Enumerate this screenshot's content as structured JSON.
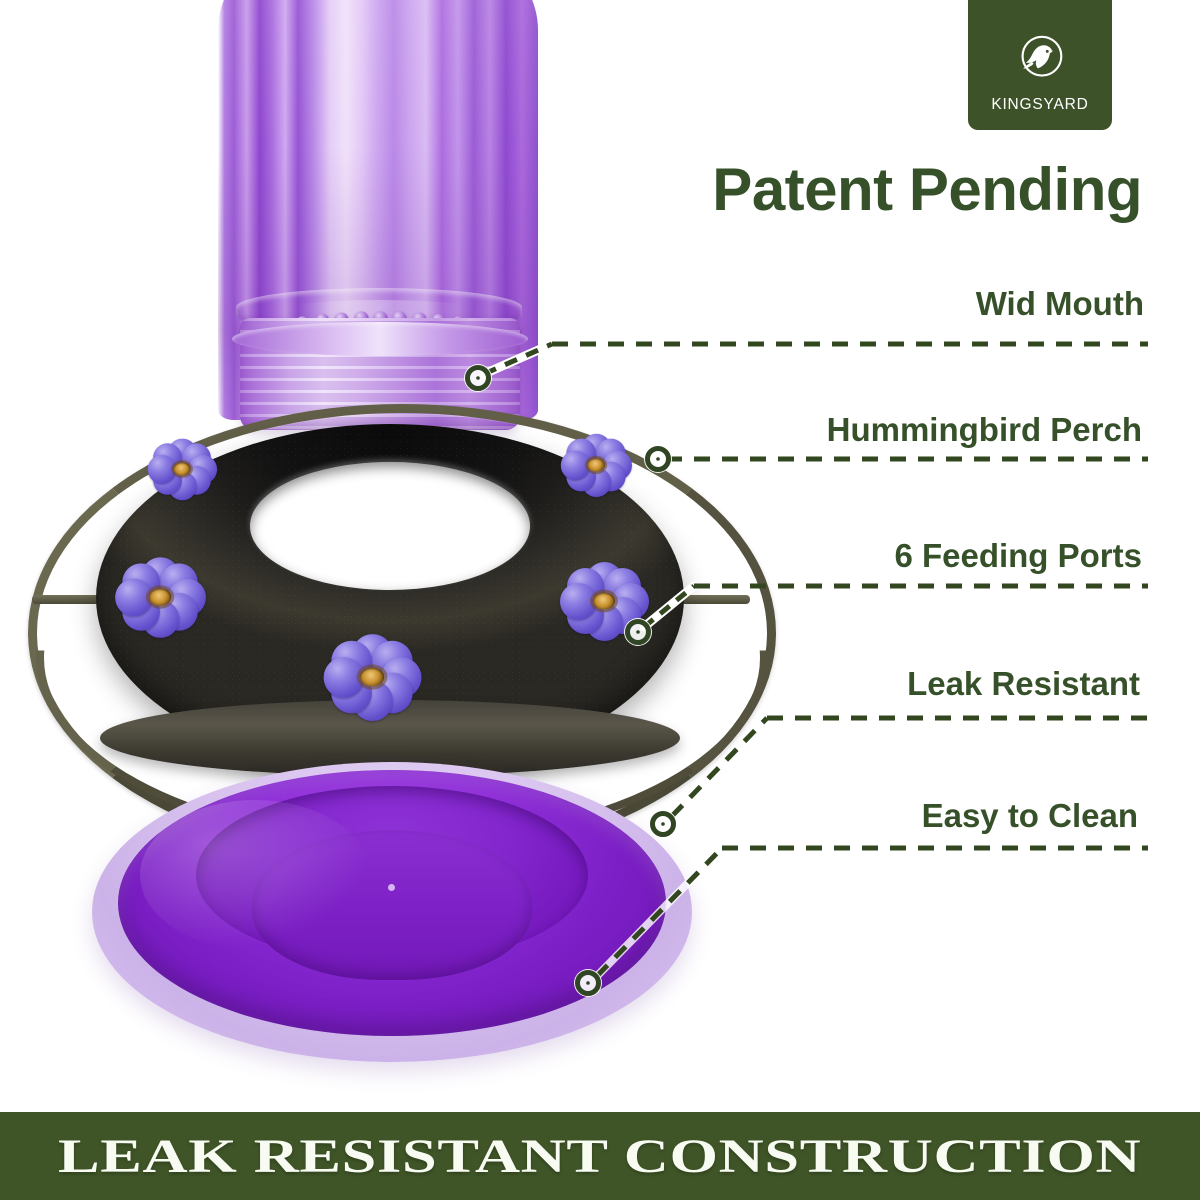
{
  "brand": {
    "name": "KINGSYARD",
    "logo_icon": "bird-in-circle-icon",
    "badge_color": "#3d5228"
  },
  "headline": {
    "text": "Patent Pending",
    "color": "#36512a"
  },
  "callouts": [
    {
      "id": "wide-mouth",
      "label": "Wid Mouth"
    },
    {
      "id": "hummingbird-perch",
      "label": "Hummingbird Perch"
    },
    {
      "id": "feeding-ports",
      "label": "6 Feeding Ports"
    },
    {
      "id": "leak-resistant",
      "label": "Leak Resistant"
    },
    {
      "id": "easy-to-clean",
      "label": "Easy to Clean"
    }
  ],
  "banner": {
    "text": "LEAK RESISTANT CONSTRUCTION",
    "background": "#3f5527",
    "text_color": "#f7fbf1"
  },
  "product": {
    "name": "purple-glass-hummingbird-feeder",
    "bottle_color": "#a96ad8",
    "base_color": "#2e2c27",
    "flower_color": "#6451cd",
    "bowl_color": "#8326cd"
  }
}
